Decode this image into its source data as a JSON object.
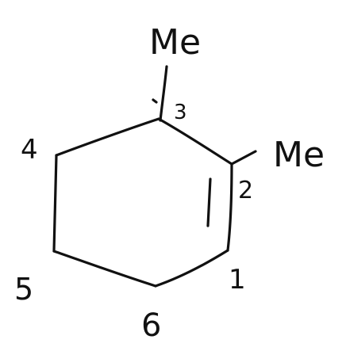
{
  "diagram": {
    "ink_color": "#111111",
    "background": "#ffffff",
    "substituents": {
      "c3": "Me",
      "c2": "Me"
    },
    "atom_numbers": {
      "c1": "1",
      "c2": "2",
      "c3": "3",
      "c4": "4",
      "c5": "5",
      "c6": "6"
    }
  }
}
